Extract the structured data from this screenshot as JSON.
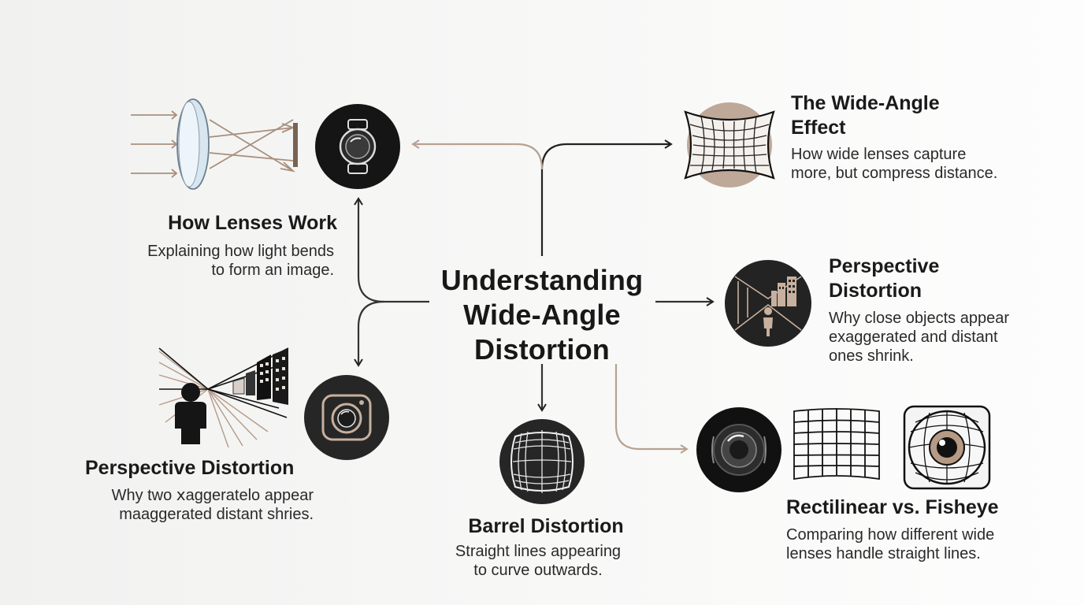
{
  "diagram": {
    "center": {
      "lines": [
        "Understanding",
        "Wide-Angle",
        "Distortion"
      ]
    },
    "nodes": {
      "how_lenses_work": {
        "title": "How Lenses Work",
        "desc": [
          "Explaining how light bends",
          "to form an image."
        ],
        "icon": "watch-lens-icon"
      },
      "wide_angle_effect": {
        "title": [
          "The Wide-Angle",
          "Effect"
        ],
        "desc": [
          "How wide lenses capture",
          "more, but compress distance."
        ],
        "icon": "warped-grid-icon"
      },
      "perspective_right": {
        "title": [
          "Perspective",
          "Distortion"
        ],
        "desc": [
          "Why close objects appear",
          "exaggerated and distant",
          "ones shrink."
        ],
        "icon": "perspective-street-icon"
      },
      "perspective_left": {
        "title": "Perspective Distortion",
        "desc": [
          "Why two ⅹaggeratelo appear",
          "maaggerated distant shries."
        ],
        "icon": "camera-lens-icon"
      },
      "barrel": {
        "title": "Barrel Distortion",
        "desc": [
          "Straight lines appearing",
          "to curve outwards."
        ],
        "icon": "barrel-grid-icon"
      },
      "rectilinear_fisheye": {
        "title": "Rectilinear vs. Fisheye",
        "desc": [
          "Comparing how different wide",
          "lenses handle straight lines."
        ],
        "icon": "fisheye-comparison-icon"
      }
    },
    "colors": {
      "accent": "#b9a18f",
      "dark": "#1b1b1b",
      "connector_dark": "#222222",
      "connector_light": "#b8a291"
    }
  }
}
